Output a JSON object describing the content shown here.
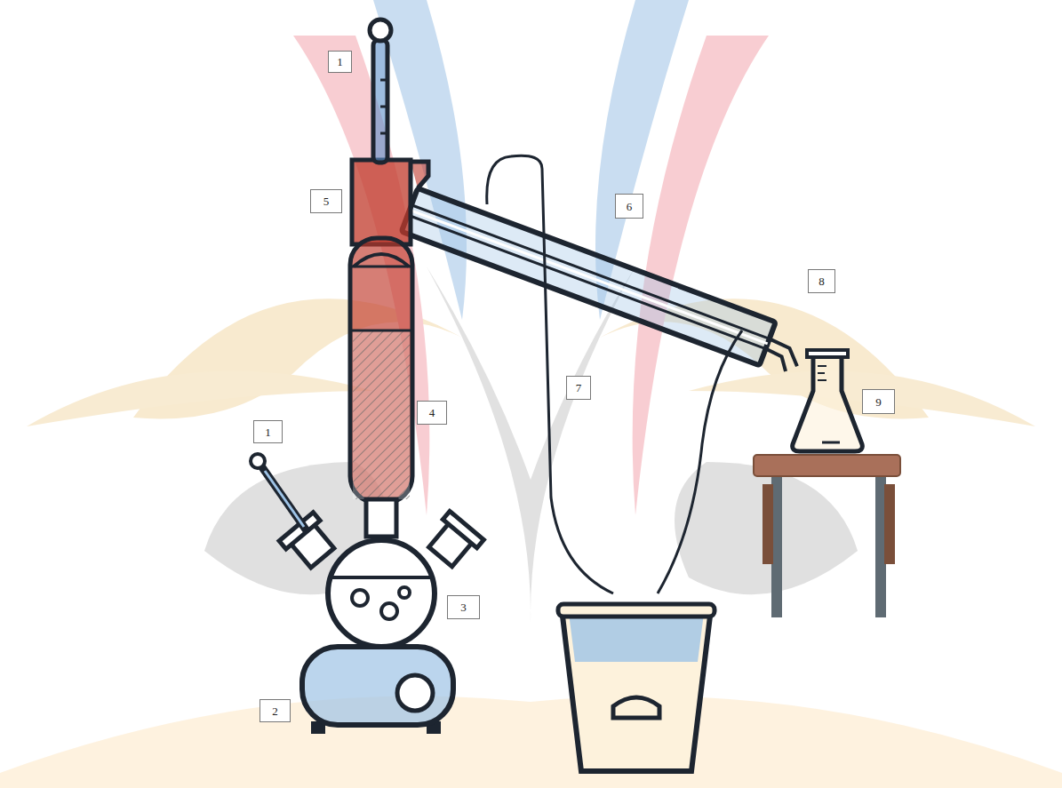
{
  "diagram": {
    "nodes": [
      {
        "text": [
          "1"
        ]
      },
      {
        "text": [
          "5"
        ]
      },
      {
        "text": [
          "6"
        ]
      },
      {
        "text": [
          "8"
        ]
      },
      {
        "text": [
          "7"
        ]
      },
      {
        "text": [
          "9"
        ]
      },
      {
        "text": [
          "4"
        ]
      },
      {
        "text": [
          "1"
        ]
      },
      {
        "text": [
          "3"
        ]
      },
      {
        "text": [
          "2"
        ]
      }
    ]
  }
}
